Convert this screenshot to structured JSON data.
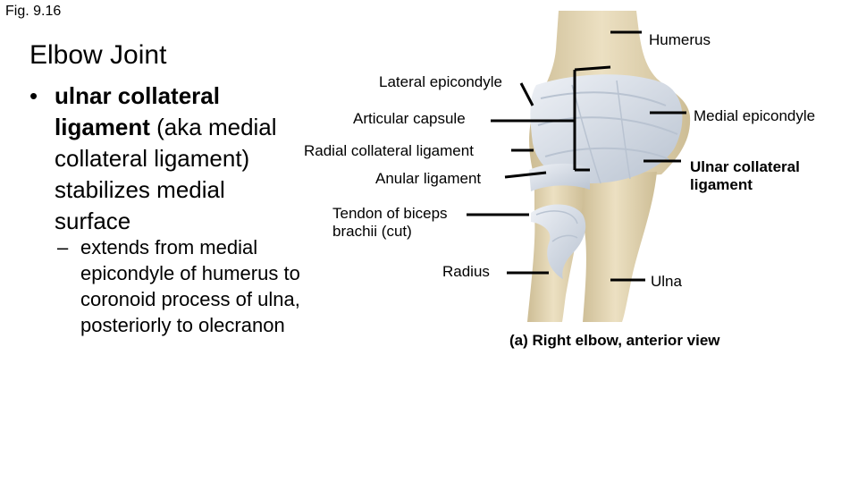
{
  "slide": {
    "figure_number": "Fig. 9.16",
    "title": "Elbow Joint",
    "bullet_marker": "•",
    "bullet_lead": "ulnar collateral ligament",
    "bullet_rest": " (aka medial collateral ligament) stabilizes medial surface",
    "sub_marker": "–",
    "sub_text": "extends from medial epicondyle of humerus to coronoid process of ulna, posteriorly to olecranon"
  },
  "diagram": {
    "labels": {
      "humerus": "Humerus",
      "lateral_epicondyle": "Lateral epicondyle",
      "articular_capsule": "Articular capsule",
      "medial_epicondyle": "Medial epicondyle",
      "radial_collateral_ligament": "Radial collateral ligament",
      "ulnar_collateral_ligament_line1": "Ulnar collateral",
      "ulnar_collateral_ligament_line2": "ligament",
      "anular_ligament": "Anular ligament",
      "tendon_biceps_line1": "Tendon of biceps",
      "tendon_biceps_line2": "brachii (cut)",
      "radius": "Radius",
      "ulna": "Ulna"
    },
    "caption": "(a) Right elbow, anterior view",
    "colors": {
      "bone": "#ece0c2",
      "bone_shadow": "#cdbd95",
      "ligament": "#eef1f6",
      "ligament_shade": "#b9c3d1",
      "leader": "#000000"
    }
  }
}
